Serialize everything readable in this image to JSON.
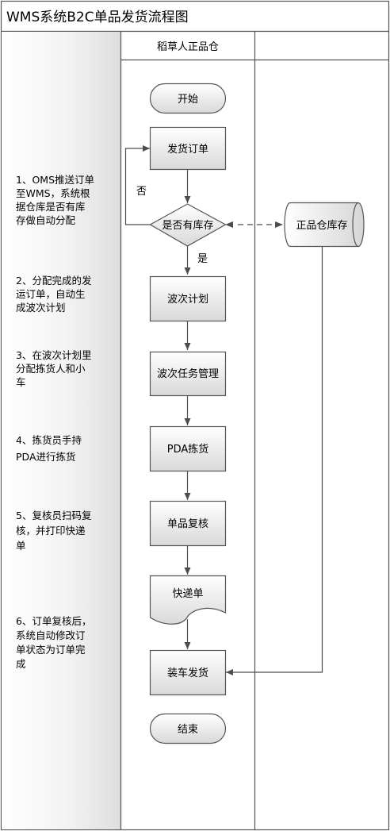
{
  "title": "WMS系统B2C单品发货流程图",
  "lane_header": "稻草人正品仓",
  "steps": [
    {
      "lines": [
        "1、OMS推送订单",
        "至WMS，系统根",
        "据仓库是否有库",
        "存做自动分配"
      ]
    },
    {
      "lines": [
        "2、分配完成的发",
        "运订单，自动生",
        "成波次计划"
      ]
    },
    {
      "lines": [
        "3、在波次计划里",
        "分配拣货人和小",
        "车"
      ]
    },
    {
      "lines": [
        "4、拣货员手持",
        "PDA进行拣货"
      ]
    },
    {
      "lines": [
        "5、复核员扫码复",
        "核，并打印快递",
        "单"
      ]
    },
    {
      "lines": [
        "6、订单复核后，",
        "系统自动修改订",
        "单状态为订单完",
        "成"
      ]
    }
  ],
  "nodes": {
    "start": "开始",
    "order": "发货订单",
    "decision": "是否有库存",
    "wave_plan": "波次计划",
    "wave_task": "波次任务管理",
    "pda_pick": "PDA拣货",
    "recheck": "单品复核",
    "express": "快递单",
    "ship": "装车发货",
    "end": "结束",
    "inventory": "正品仓库存"
  },
  "edge_labels": {
    "no": "否",
    "yes": "是"
  },
  "colors": {
    "shape_fill_top": "#ffffff",
    "shape_fill_bottom": "#dcdcdc",
    "left_panel_top": "#ffffff",
    "left_panel_bottom": "#e4e4e4",
    "line": "#4d4d4d"
  }
}
